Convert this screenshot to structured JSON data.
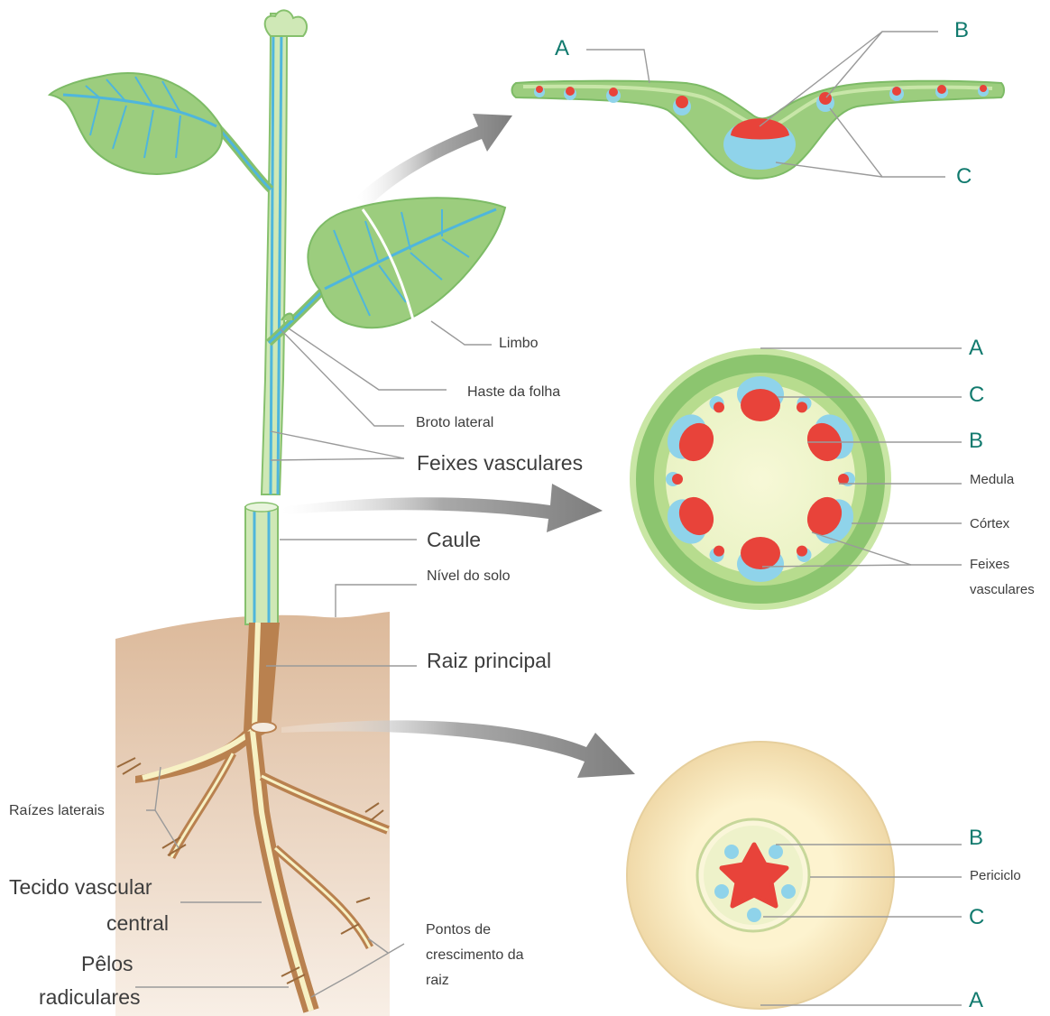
{
  "colors": {
    "leaf": "#9ccd7e",
    "leaf_dark": "#6fb35a",
    "vein": "#4fb6dc",
    "xylem": "#e8433a",
    "phloem": "#8fd3ea",
    "soil": "#e4c5aa",
    "root": "#b9814f",
    "root_core": "#f7f1c4",
    "letters": "#117a6e"
  },
  "leaf_section": {
    "label_a": "A",
    "label_b": "B",
    "label_c": "C"
  },
  "stem_section": {
    "label_a": "A",
    "label_c": "C",
    "label_b": "B",
    "medula": "Medula",
    "cortex": "Córtex",
    "feixes_line1": "Feixes",
    "feixes_line2": "vasculares"
  },
  "root_section": {
    "label_b": "B",
    "periciclo": "Periciclo",
    "label_c": "C",
    "label_a": "A"
  },
  "plant": {
    "limbo": "Limbo",
    "haste": "Haste da folha",
    "broto": "Broto lateral",
    "feixes": "Feixes vasculares",
    "caule": "Caule",
    "nivel": "Nível do solo",
    "raiz": "Raiz principal",
    "raizes_laterais": "Raízes laterais",
    "tecido_line1": "Tecido vascular",
    "tecido_line2": "central",
    "pelos_line1": "Pêlos",
    "pelos_line2": "radiculares",
    "pontos_line1": "Pontos de",
    "pontos_line2": "crescimento da",
    "pontos_line3": "raiz"
  }
}
